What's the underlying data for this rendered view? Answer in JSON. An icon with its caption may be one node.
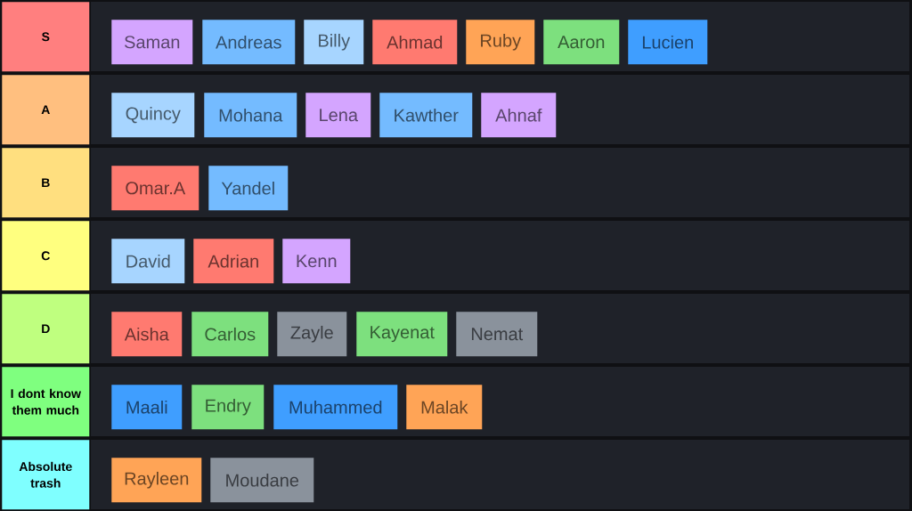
{
  "diagram": {
    "nodes": [
      {
        "text": [
          "S"
        ]
      },
      {
        "text": [
          "Saman"
        ]
      },
      {
        "text": [
          "Andreas"
        ]
      },
      {
        "text": [
          "Billy"
        ]
      },
      {
        "text": [
          "Ahmad"
        ]
      },
      {
        "text": [
          "Ruby"
        ]
      },
      {
        "text": [
          "Aaron"
        ]
      },
      {
        "text": [
          "Lucien"
        ]
      },
      {
        "text": [
          "A"
        ]
      },
      {
        "text": [
          "Quincy"
        ]
      },
      {
        "text": [
          "Mohana"
        ]
      },
      {
        "text": [
          "Lena"
        ]
      },
      {
        "text": [
          "Kawther"
        ]
      },
      {
        "text": [
          "Ahnaf"
        ]
      },
      {
        "text": [
          "B"
        ]
      },
      {
        "text": [
          "Omar.A"
        ]
      },
      {
        "text": [
          "Yandel"
        ]
      },
      {
        "text": [
          "C"
        ]
      },
      {
        "text": [
          "David"
        ]
      },
      {
        "text": [
          "Adrian"
        ]
      },
      {
        "text": [
          "Kenn"
        ]
      },
      {
        "text": [
          "D"
        ]
      },
      {
        "text": [
          "Aisha"
        ]
      },
      {
        "text": [
          "Carlos"
        ]
      },
      {
        "text": [
          "Zayle"
        ]
      },
      {
        "text": [
          "Kayenat"
        ]
      },
      {
        "text": [
          "Nemat"
        ]
      },
      {
        "text": [
          "I dont know them much"
        ]
      },
      {
        "text": [
          "Maali"
        ]
      },
      {
        "text": [
          "Endry"
        ]
      },
      {
        "text": [
          "Muhammed"
        ]
      },
      {
        "text": [
          "Malak"
        ]
      },
      {
        "text": [
          "Absolute trash"
        ]
      },
      {
        "text": [
          "Rayleen"
        ]
      },
      {
        "text": [
          "Moudane"
        ]
      }
    ]
  }
}
